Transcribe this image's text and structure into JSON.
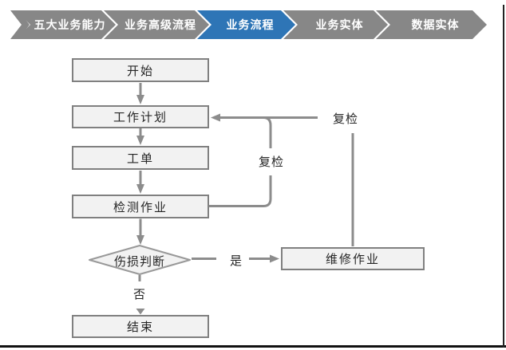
{
  "nav": {
    "colors": {
      "active": "#2E75B6",
      "inactive": "#878787"
    },
    "items": [
      {
        "label": "五大业务能力",
        "active": false
      },
      {
        "label": "业务高级流程",
        "active": false
      },
      {
        "label": "业务流程",
        "active": true
      },
      {
        "label": "业务实体",
        "active": false
      },
      {
        "label": "数据实体",
        "active": false
      }
    ]
  },
  "flowchart": {
    "nodes": {
      "start": "开始",
      "plan": "工作计划",
      "order": "工单",
      "inspect": "检测作业",
      "judge": "伤损判断",
      "repair": "维修作业",
      "end": "结束"
    },
    "edge_labels": {
      "yes": "是",
      "no": "否",
      "recheck_inner": "复检",
      "recheck_outer": "复检"
    },
    "colors": {
      "node_fill": "#F2F2F2",
      "node_border": "#808080",
      "connector": "#8C8C8C"
    }
  }
}
